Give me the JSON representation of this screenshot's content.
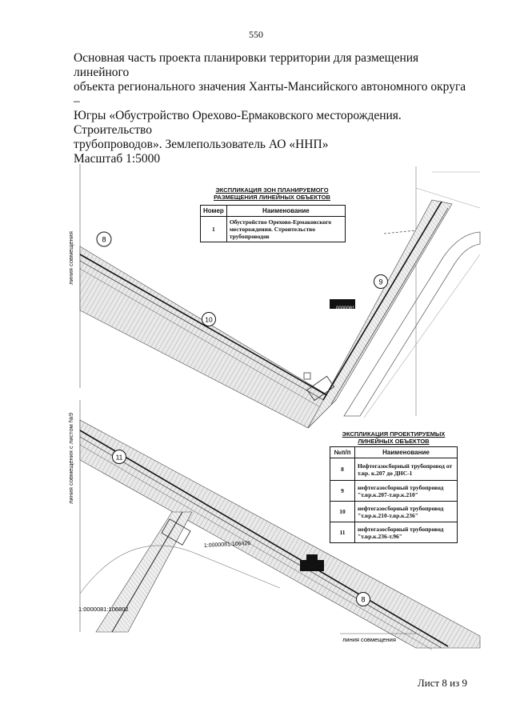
{
  "page_number": "550",
  "heading": {
    "lines": [
      "Основная часть проекта планировки территории для размещения линейного",
      "объекта регионального значения Ханты-Мансийского автономного округа –",
      "Югры «Обустройство Орехово-Ермаковского месторождения. Строительство",
      "трубопроводов». Землепользователь АО «ННП»"
    ],
    "scale": "Масштаб 1:5000"
  },
  "zones_legend": {
    "title_line1": "ЭКСПЛИКАЦИЯ ЗОН ПЛАНИРУЕМОГО",
    "title_line2": "РАЗМЕЩЕНИЯ ЛИНЕЙНЫХ ОБЪЕКТОВ",
    "col_number": "Номер",
    "col_name": "Наименование",
    "rows": [
      {
        "number": "1",
        "name": "Обустройство Орехово-Ермаковского месторождения. Строительство трубопроводов"
      }
    ]
  },
  "objects_legend": {
    "title_line1": "ЭКСПЛИКАЦИЯ ПРОЕКТИРУЕМЫХ",
    "title_line2": "ЛИНЕЙНЫХ ОБЪЕКТОВ",
    "col_number": "№п/п",
    "col_name": "Наименование",
    "rows": [
      {
        "number": "8",
        "name": "Нефтегазосборный трубопровод от т.вр. к.207 до ДНС-1"
      },
      {
        "number": "9",
        "name": "нефтегазосборный трубопровод \"т.вр.к.207-т.вр.к.210\""
      },
      {
        "number": "10",
        "name": "нефтегазосборный трубопровод \"т.вр.к.210-т.вр.к.236\""
      },
      {
        "number": "11",
        "name": "нефтегазосборный трубопровод \"т.вр.к.236-т.96\""
      }
    ]
  },
  "map_labels": {
    "line_match": "линия совмещения",
    "line_match_sheet9": "линия совмещения с листом №9",
    "parcel_1": "1:0000081:106802",
    "parcel_2": "1:0000081:106426",
    "parcel_3": "0000081:106",
    "marker_8": "8",
    "marker_9": "9",
    "marker_10": "10",
    "marker_11": "11"
  },
  "sheet_label": "Лист 8 из 9"
}
